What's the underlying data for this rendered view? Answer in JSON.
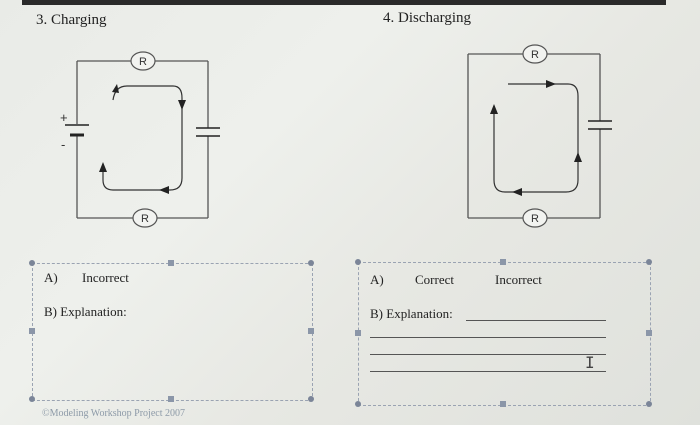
{
  "top": {
    "charging_title": "3.  Charging",
    "discharging_title": "4.  Discharging"
  },
  "circuit_charging": {
    "resistor_top": "R",
    "resistor_bottom": "R",
    "battery_plus": "+",
    "battery_minus": "-"
  },
  "circuit_discharging": {
    "resistor_top": "R",
    "resistor_bottom": "R"
  },
  "answer_left": {
    "a_label": "A)",
    "a_choice": "Incorrect",
    "b_label": "B) Explanation:"
  },
  "answer_right": {
    "a_label": "A)",
    "choice_correct": "Correct",
    "choice_incorrect": "Incorrect",
    "b_label": "B) Explanation:"
  },
  "footer": {
    "credit": "©Modeling Workshop Project 2007"
  },
  "colors": {
    "wire": "#555555",
    "handle": "#8b96a8",
    "dashed_border": "#9aa3b2"
  }
}
